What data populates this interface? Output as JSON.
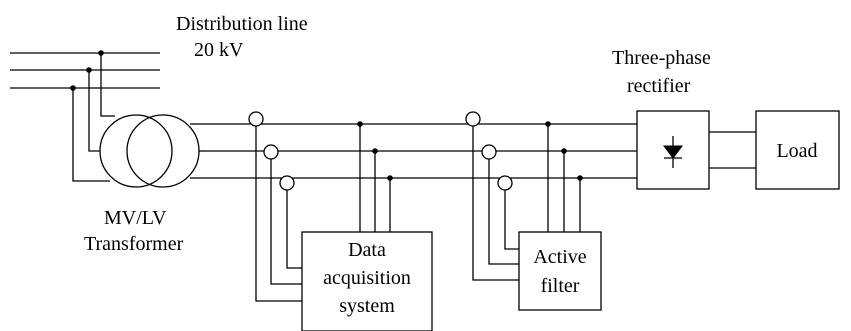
{
  "labels": {
    "distribution_line": "Distribution line",
    "voltage": "20 kV",
    "transformer_top": "MV/LV",
    "transformer_bottom": "Transformer",
    "rectifier_top": "Three-phase",
    "rectifier_bottom": "rectifier",
    "load": "Load",
    "daq_line1": "Data",
    "daq_line2": "acquisition",
    "daq_line3": "system",
    "filter_line1": "Active",
    "filter_line2": "filter"
  }
}
